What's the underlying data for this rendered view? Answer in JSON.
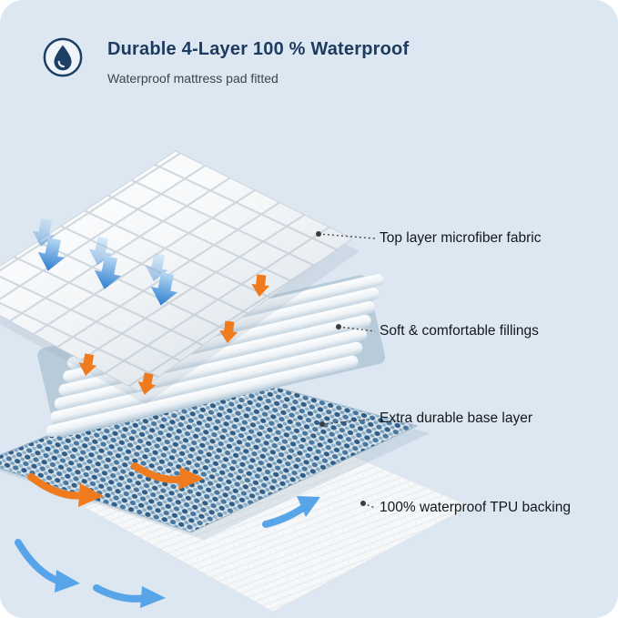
{
  "page": {
    "background": "#dce7f1"
  },
  "header": {
    "icon": "water-drop-icon",
    "title": "Durable 4-Layer 100 % Waterproof",
    "subtitle": "Waterproof mattress pad fitted"
  },
  "layers": [
    {
      "label": "Top layer microfiber fabric"
    },
    {
      "label": "Soft & comfortable fillings"
    },
    {
      "label": "Extra durable base layer"
    },
    {
      "label": "100% waterproof TPU backing"
    }
  ],
  "colors": {
    "title_navy": "#1d3a5f",
    "label_text": "#13181d",
    "accent_blue_arrow": "#2e7ecf",
    "accent_orange_arrow": "#ef7b1e",
    "airflow_blue": "#57a5e8",
    "dot_layer_blue": "#48779f"
  }
}
